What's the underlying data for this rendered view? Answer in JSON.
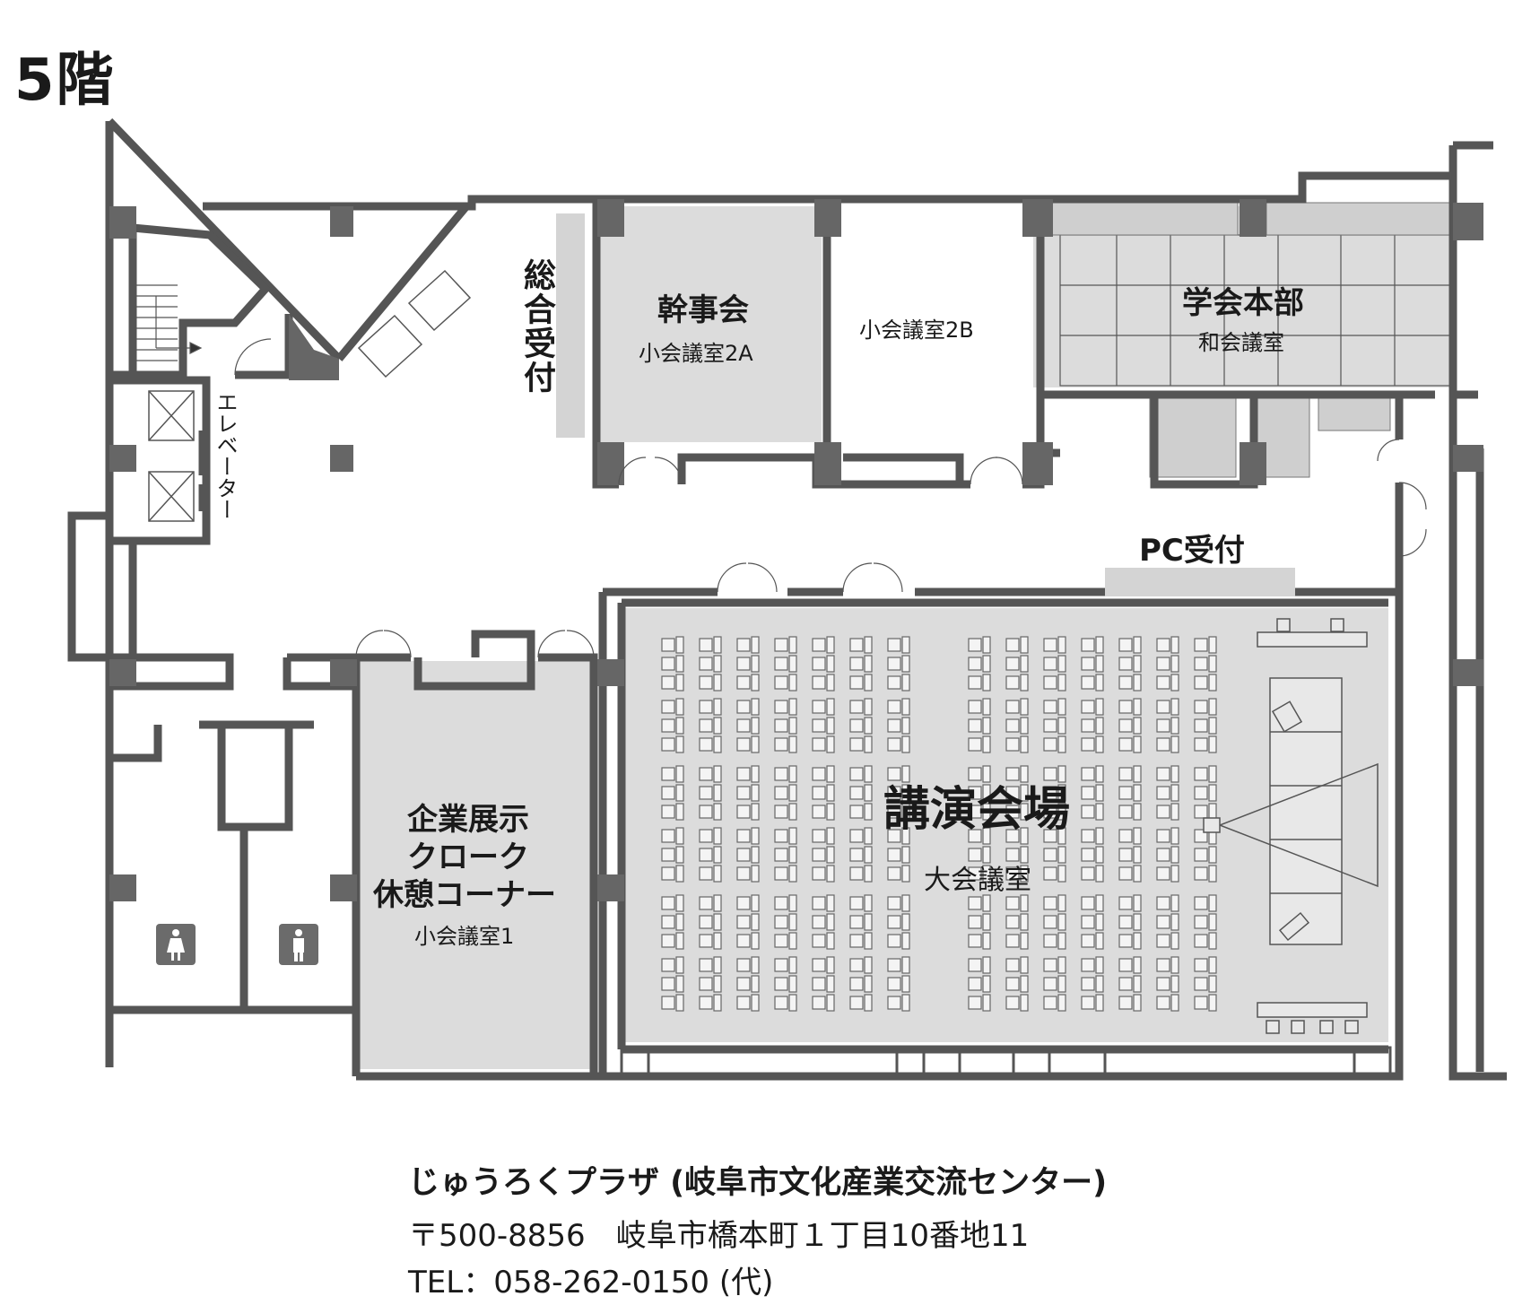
{
  "floor_title": "5階",
  "rooms": {
    "reception_general": "総合受付",
    "kanjikai": {
      "title": "幹事会",
      "subtitle": "小会議室2A"
    },
    "room_2b": "小会議室2B",
    "gakkai": {
      "title": "学会本部",
      "subtitle": "和会議室"
    },
    "elevator": "エレベーター",
    "pc_reception": "PC受付",
    "exhibit": {
      "line1": "企業展示",
      "line2": "クローク",
      "line3": "休憩コーナー",
      "subtitle": "小会議室1"
    },
    "lecture": {
      "title": "講演会場",
      "subtitle": "大会議室"
    }
  },
  "restrooms": {
    "female_icon": "female-restroom-icon",
    "male_icon": "male-restroom-icon"
  },
  "footer": {
    "venue": "じゅうろくプラザ (岐阜市文化産業交流センター)",
    "address": "〒500-8856　岐阜市橋本町１丁目10番地11",
    "tel": "TEL：058-262-0150 (代)"
  },
  "colors": {
    "wall": "#555555",
    "room_fill": "#dcdcdc",
    "reception_bar": "#d4d4d4",
    "restroom_icon_bg": "#6b6b6b"
  }
}
